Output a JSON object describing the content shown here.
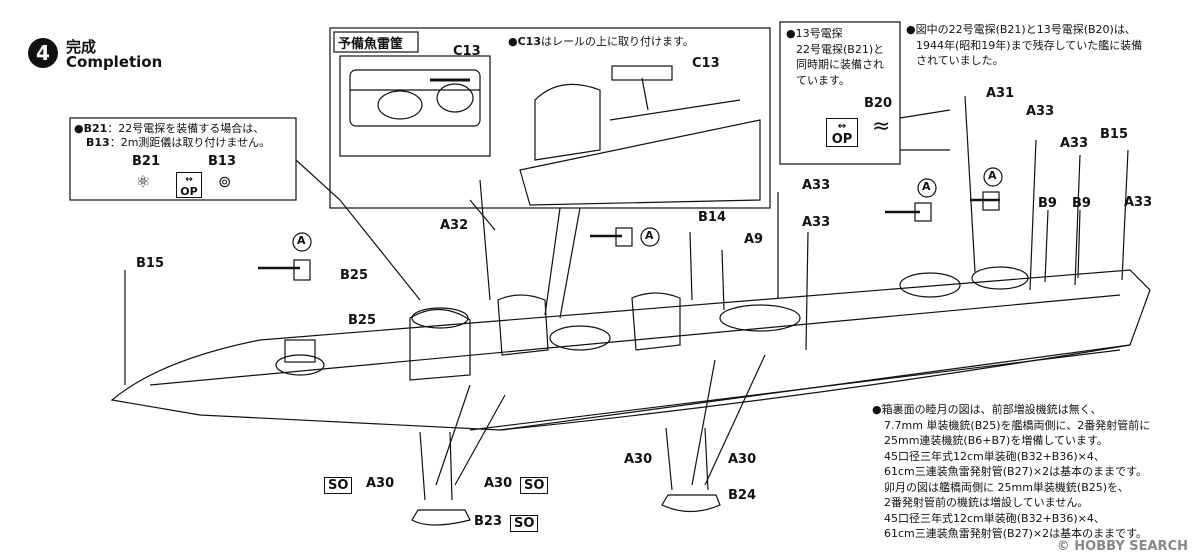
{
  "step": {
    "number": "4",
    "title_jp": "完成",
    "title_en": "Completion"
  },
  "callout_b21": {
    "line1_prefix": "●",
    "line1_part": "B21",
    "line1_text": "：22号電探を装備する場合は、",
    "line2_part": "B13",
    "line2_text": "：2m測距儀は取り付けません。",
    "part_a": "B21",
    "part_b": "B13",
    "op_label": "OP"
  },
  "inset": {
    "title": "予備魚雷筐",
    "note_bullet": "●",
    "note_part": "C13",
    "note_text": "はレールの上に取り付けます。",
    "label_left": "C13",
    "label_right": "C13"
  },
  "callout_radar": {
    "line1": "●13号電探",
    "line2": "22号電探(B21)と",
    "line3": "同時期に装備され",
    "line4": "ています。",
    "part": "B20",
    "op_label": "OP"
  },
  "note_top": {
    "line1": "●図中の22号電探(B21)と13号電探(B20)は、",
    "line2": "1944年(昭和19年)まで残存していた艦に装備",
    "line3": "されていました。"
  },
  "labels": {
    "a31": "A31",
    "a33_1": "A33",
    "a33_2": "A33",
    "a33_3": "A33",
    "a33_4": "A33",
    "a33_5": "A33",
    "b15_right": "B15",
    "b15_left": "B15",
    "b9_1": "B9",
    "b9_2": "B9",
    "a32": "A32",
    "b14": "B14",
    "a9": "A9",
    "b25_1": "B25",
    "b25_2": "B25",
    "marker_a": "A",
    "so": "SO",
    "a30_1": "A30",
    "a30_2": "A30",
    "a30_3": "A30",
    "a30_4": "A30",
    "b23": "B23",
    "b24": "B24"
  },
  "note_bottom": [
    "●箱裏面の睦月の図は、前部増設機銃は無く、",
    "7.7mm 単装機銃(B25)を艦橋両側に、2番発射管前に",
    "25mm連装機銃(B6+B7)を増備しています。",
    "45口径三年式12cm単装砲(B32+B36)×4、",
    "61cm三連装魚雷発射管(B27)×2は基本のままです。",
    "卯月の図は艦橋両側に 25mm単装機銃(B25)を、",
    "2番発射管前の機銃は増設していません。",
    "45口径三年式12cm単装砲(B32+B36)×4、",
    "61cm三連装魚雷発射管(B27)×2は基本のままです。"
  ],
  "watermark": "© HOBBY SEARCH"
}
